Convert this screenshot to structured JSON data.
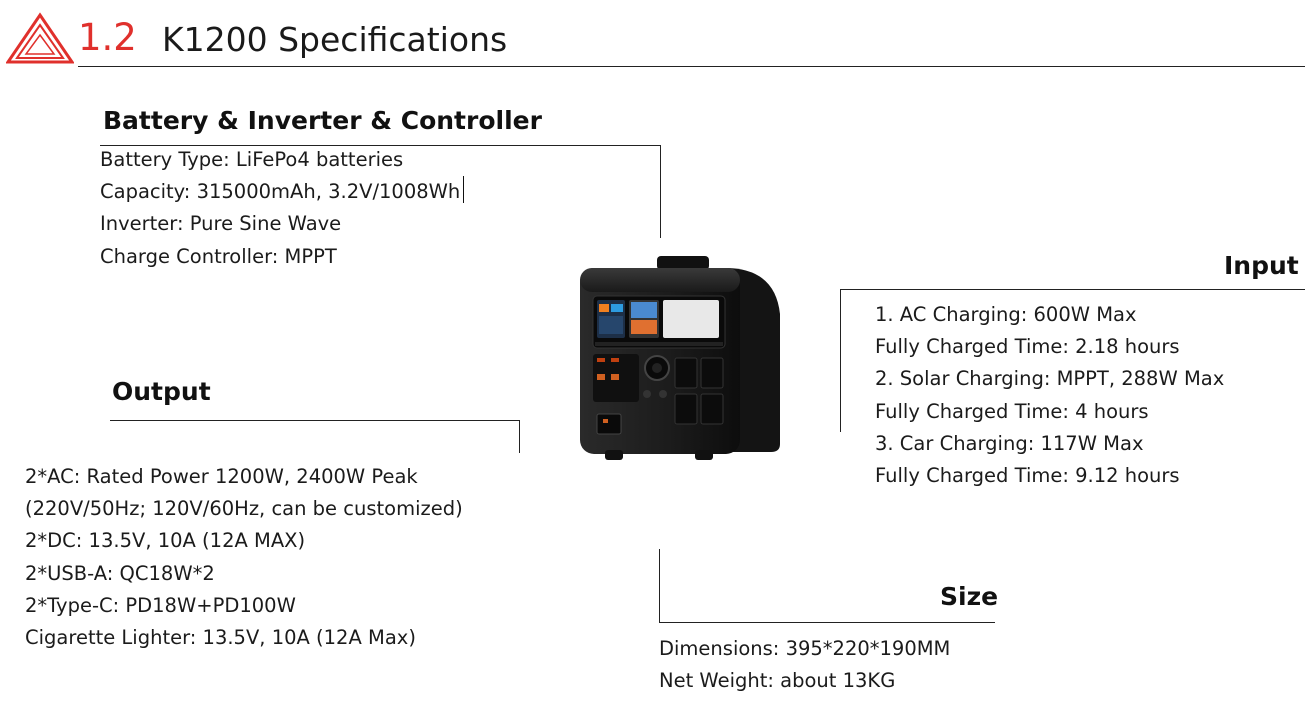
{
  "header": {
    "number": "1.2",
    "title": "K1200 Specifications",
    "accent_color": "#e0302c",
    "logo_icon": "triangle-logo-icon"
  },
  "battery_section": {
    "title": "Battery & Inverter & Controller",
    "items": [
      "Battery Type: LiFePo4 batteries",
      "Capacity: 315000mAh, 3.2V/1008Wh",
      "Inverter: Pure Sine Wave",
      "Charge Controller: MPPT"
    ]
  },
  "output_section": {
    "title": "Output",
    "items": [
      "2*AC: Rated Power 1200W, 2400W Peak",
      "(220V/50Hz; 120V/60Hz, can be customized)",
      "2*DC: 13.5V, 10A (12A MAX)",
      "2*USB-A: QC18W*2",
      "2*Type-C: PD18W+PD100W",
      "Cigarette Lighter: 13.5V, 10A (12A Max)"
    ]
  },
  "input_section": {
    "title": "Input",
    "items": [
      "1. AC Charging: 600W Max",
      "Fully Charged Time: 2.18 hours",
      "2. Solar Charging: MPPT, 288W Max",
      "Fully Charged Time: 4 hours",
      "3. Car Charging:  117W Max",
      "Fully Charged Time: 9.12 hours"
    ]
  },
  "size_section": {
    "title": "Size",
    "items": [
      "Dimensions: 395*220*190MM",
      "Net Weight: about 13KG"
    ]
  },
  "product": {
    "image_icon": "power-station-image"
  }
}
